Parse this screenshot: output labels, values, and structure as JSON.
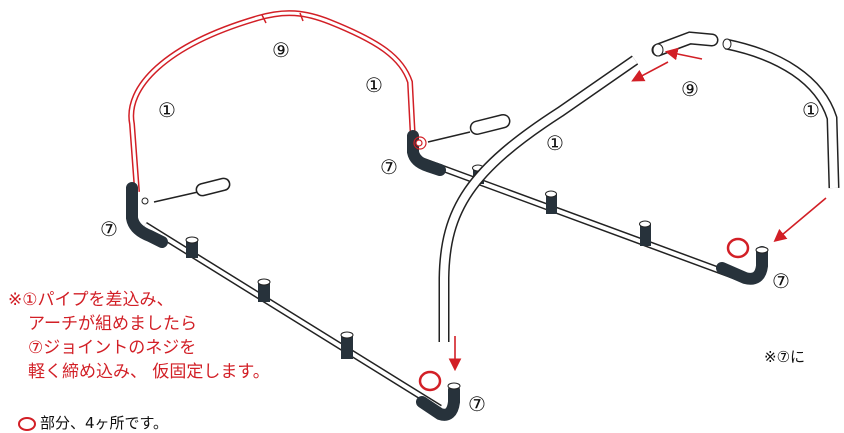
{
  "labels": {
    "part1": "①",
    "part7": "⑦",
    "part9": "⑨"
  },
  "instruction": {
    "line1": "※①パイプを差込み、",
    "line2": "アーチが組めましたら",
    "line3": "⑦ジョイントのネジを",
    "line4": "軽く締め込み、 仮固定します。"
  },
  "legend_note": "部分、4ヶ所です。",
  "side_note": "※⑦に",
  "colors": {
    "highlight": "#d21f26",
    "joint": "#27323b",
    "outline": "#222222"
  }
}
